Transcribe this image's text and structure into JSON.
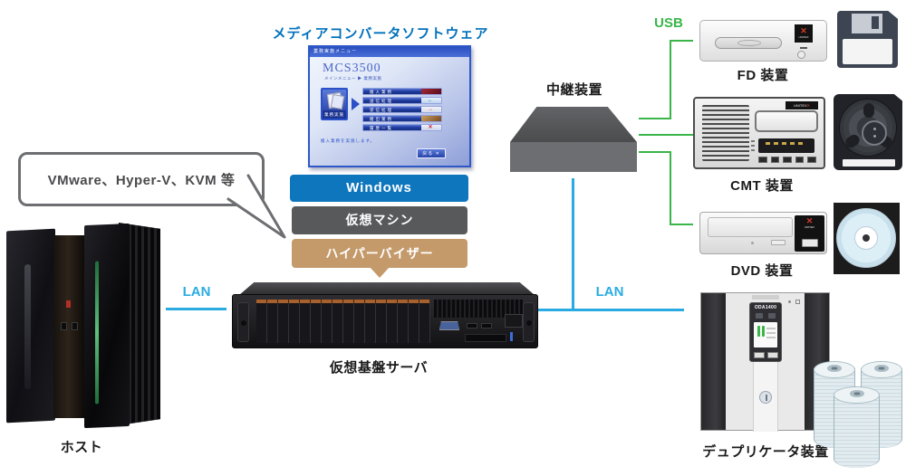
{
  "software": {
    "heading": "メディアコンバータソフトウェア",
    "window": {
      "titlebar": "業務実施メニュー",
      "product": "MCS3500",
      "subtitle": "メインメニュー ▶ 業務実施",
      "side_button": "業務実施",
      "menu_items": [
        {
          "label": "搬入業務"
        },
        {
          "label": "送信処理"
        },
        {
          "label": "受信処理"
        },
        {
          "label": "搬出業務"
        },
        {
          "label": "履歴一覧"
        }
      ],
      "status": "搬入業務を実施します。",
      "back_button": "戻る ✕"
    }
  },
  "stack": {
    "os": "Windows",
    "vm": "仮想マシン",
    "hypervisor": "ハイパーバイザー"
  },
  "callout": {
    "text": "VMware、Hyper-V、KVM 等"
  },
  "connections": {
    "lan_left": "LAN",
    "lan_right": "LAN",
    "usb": "USB"
  },
  "devices": {
    "host": "ホスト",
    "server": "仮想基盤サーバ",
    "relay": "中継装置",
    "fd": "FD 装置",
    "cmt": "CMT 装置",
    "dvd": "DVD 装置",
    "duplicator": "デュプリケータ装置",
    "duplicator_model": "ODA1400",
    "brand": "UNITEX"
  },
  "icons": {
    "arrow_left": "←",
    "arrow_right": "→",
    "cross": "✕"
  },
  "colors": {
    "heading_blue": "#0071bc",
    "lan_blue": "#29abe2",
    "usb_green": "#39b54a",
    "windows_bar": "#0e76bd",
    "vm_bar": "#58595b",
    "hypervisor_bar": "#c49a6b",
    "callout_border": "#6d6e71"
  }
}
